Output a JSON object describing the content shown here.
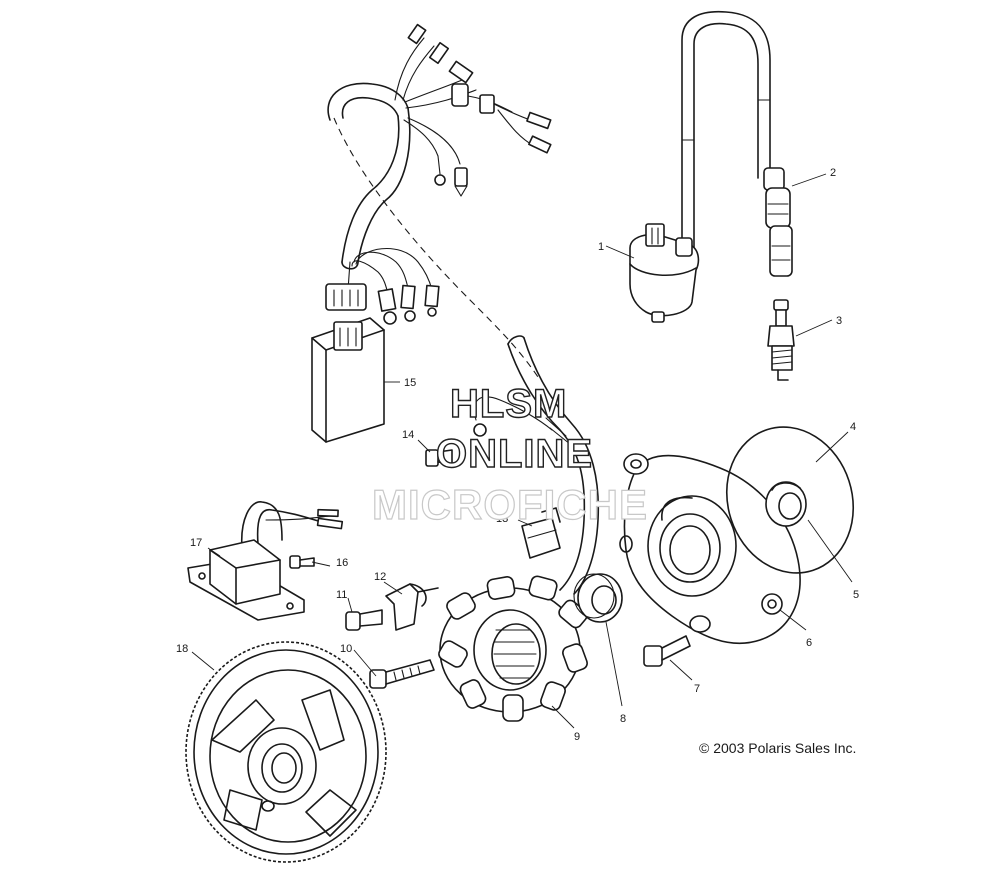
{
  "watermark": {
    "line1": "HLSM",
    "line2": "ONLINE",
    "line3": "MICROFICHE"
  },
  "copyright": "© 2003 Polaris Sales Inc.",
  "callouts": {
    "c1": "1",
    "c2": "2",
    "c3": "3",
    "c4": "4",
    "c5": "5",
    "c6": "6",
    "c7": "7",
    "c8": "8",
    "c9": "9",
    "c10": "10",
    "c11": "11",
    "c12": "12",
    "c13": "13",
    "c14": "14",
    "c15": "15",
    "c16": "16",
    "c17": "17",
    "c18": "18"
  }
}
